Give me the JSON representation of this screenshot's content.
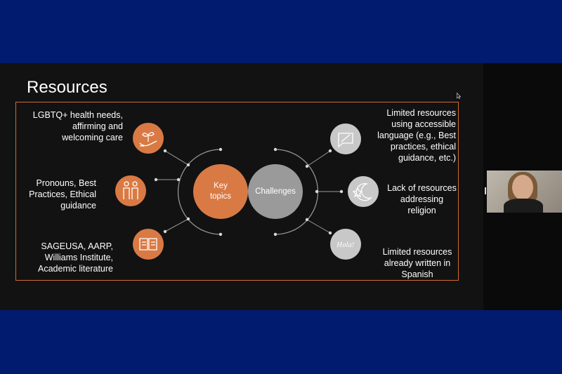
{
  "slide": {
    "title": "Resources",
    "key_topics_label": [
      "Key",
      "topics"
    ],
    "challenges_label": "Challenges",
    "left_items": [
      {
        "lines": [
          "LGBTQ+ health needs,",
          "affirming and",
          "welcoming care"
        ],
        "icon": "plant-in-hand-icon"
      },
      {
        "lines": [
          "Pronouns, Best",
          "Practices, Ethical",
          "guidance"
        ],
        "icon": "two-people-icon"
      },
      {
        "lines": [
          "SAGEUSA, AARP,",
          "Williams Institute,",
          "Academic literature"
        ],
        "icon": "open-book-icon"
      }
    ],
    "right_items": [
      {
        "lines": [
          "Limited resources",
          "using  accessible",
          "language  (e.g., Best",
          "practices, ethical",
          "guidance, etc.)"
        ],
        "icon": "speech-bubble-icon"
      },
      {
        "lines": [
          "Lack of resources",
          "addressing",
          "religion"
        ],
        "icon": "moon-and-star-icon"
      },
      {
        "lines": [
          "Limited resources",
          "already written in",
          "Spanish"
        ],
        "icon": "hola-speech-icon",
        "icon_text": "Hola!"
      }
    ]
  },
  "colors": {
    "accent_orange": "#d97a44",
    "challenge_gray": "#9a9a9a",
    "icon_gray": "#c8c8c8",
    "frame_orange": "#d06a32"
  }
}
